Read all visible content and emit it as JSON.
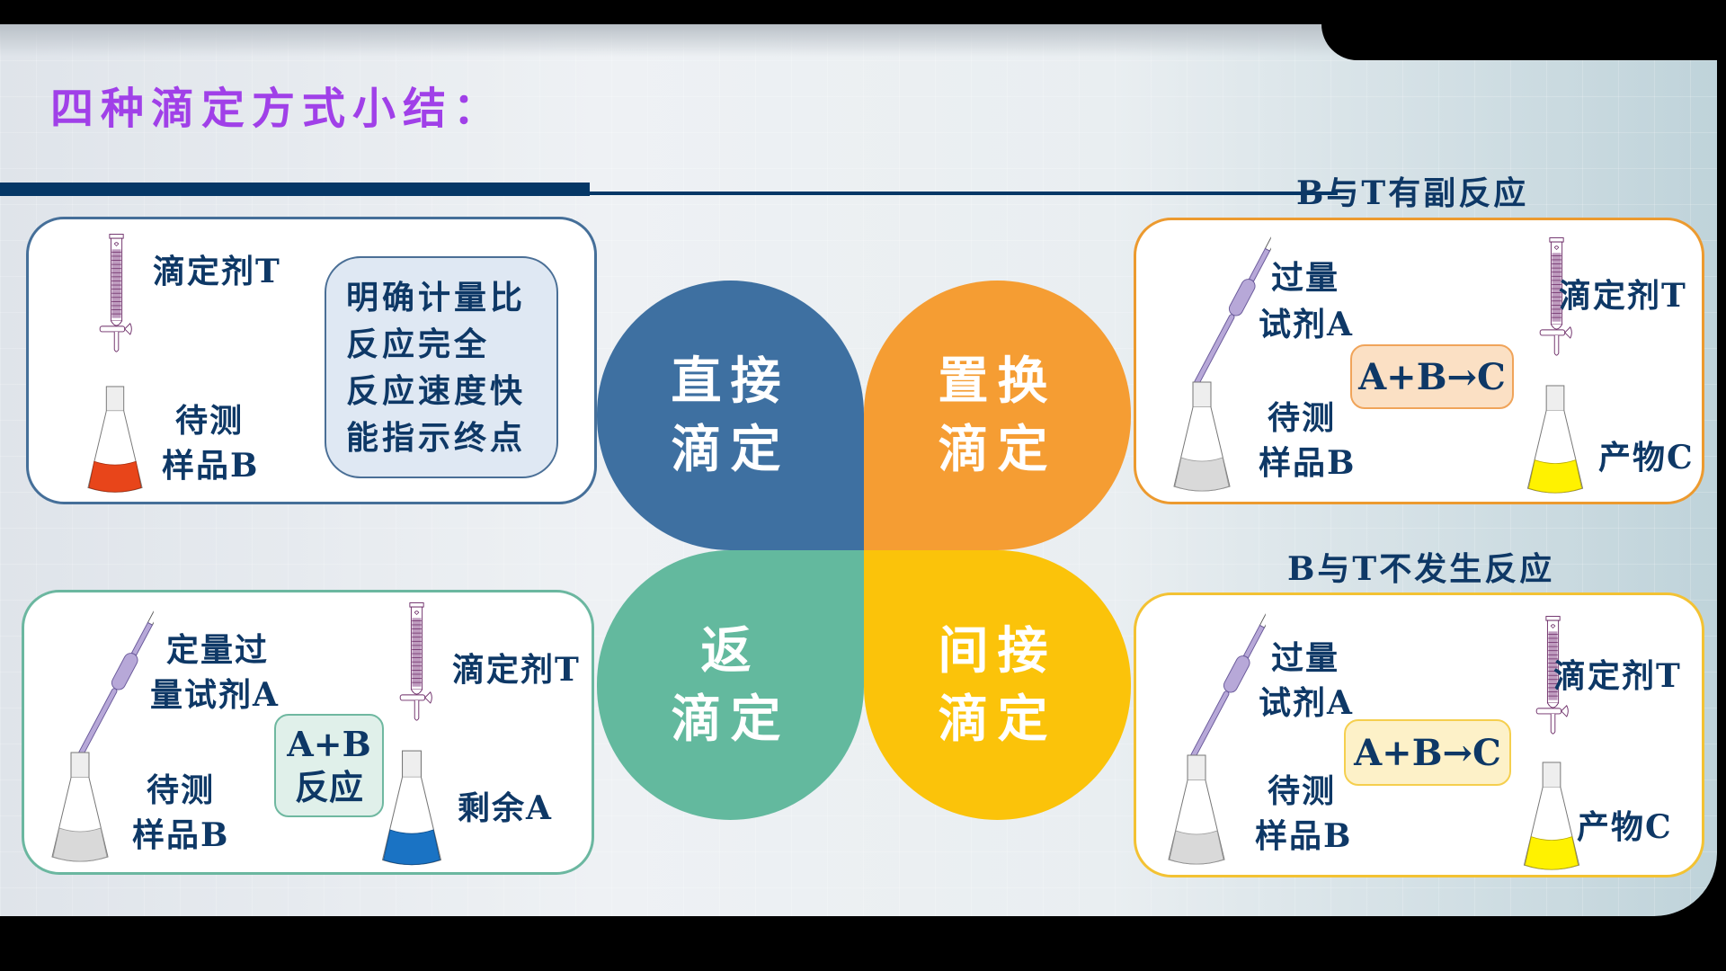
{
  "title": "四种滴定方式小结：",
  "colors": {
    "title": "#a040e8",
    "text": "#0e3866",
    "rule": "#053766",
    "direct": "#3e70a1",
    "replace": "#f59d33",
    "back": "#63b99e",
    "indirect": "#fbc30a"
  },
  "petals": {
    "direct": [
      "直接",
      "滴定"
    ],
    "replace": [
      "置换",
      "滴定"
    ],
    "back": [
      "返",
      "滴定"
    ],
    "indirect": [
      "间接",
      "滴定"
    ]
  },
  "direct_card": {
    "titrant": "滴定剂T",
    "sample": [
      "待测",
      "样品B"
    ],
    "criteria": [
      "明确计量比",
      "反应完全",
      "反应速度快",
      "能指示终点"
    ],
    "liquid_color": "#e8451a"
  },
  "replace_card": {
    "condition": "B与T有副反应",
    "reagent": [
      "过量",
      "试剂A"
    ],
    "sample": [
      "待测",
      "样品B"
    ],
    "reaction": "A+B→C",
    "titrant": "滴定剂T",
    "product": "产物C",
    "sample_color": "#d9d9d9",
    "product_color": "#fff200"
  },
  "back_card": {
    "reagent": [
      "定量过",
      "量试剂A"
    ],
    "sample": [
      "待测",
      "样品B"
    ],
    "reaction": [
      "A+B",
      "反应"
    ],
    "titrant": "滴定剂T",
    "remainder": "剩余A",
    "sample_color": "#d9d9d9",
    "remainder_color": "#1a73c4"
  },
  "indirect_card": {
    "condition": "B与T不发生反应",
    "reagent": [
      "过量",
      "试剂A"
    ],
    "sample": [
      "待测",
      "样品B"
    ],
    "reaction": "A+B→C",
    "titrant": "滴定剂T",
    "product": "产物C",
    "sample_color": "#d9d9d9",
    "product_color": "#fff200"
  }
}
